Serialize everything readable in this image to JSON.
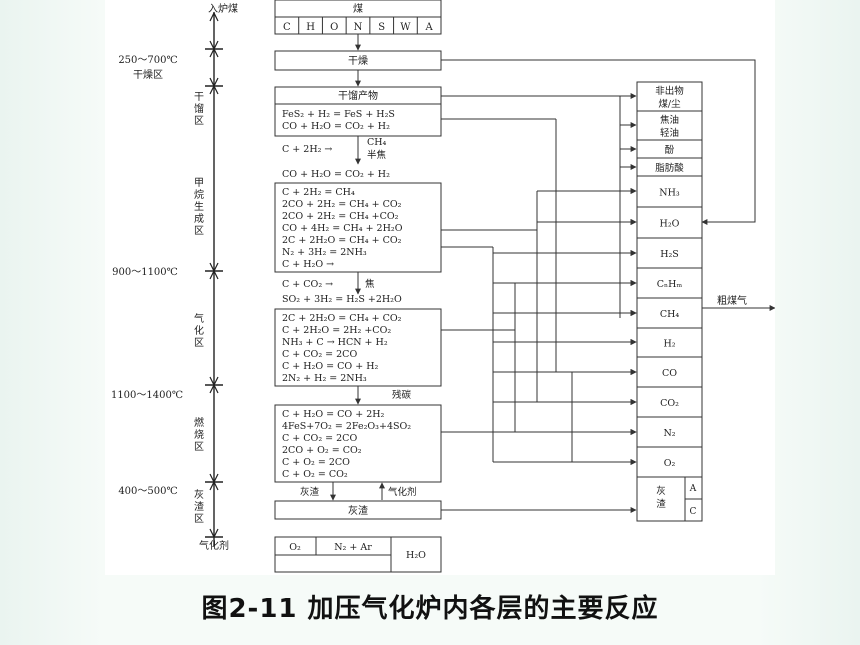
{
  "caption": "图2-11   加压气化炉内各层的主要反应",
  "left_axis": {
    "feed_label": "入炉煤",
    "temp_1": "250～700℃",
    "zone_dry_label": "干燥区",
    "zone_dist_label": "干馏区",
    "zone_methane_label": "甲烷生成区",
    "temp_2": "900～1100℃",
    "zone_gasify_label": "气化区",
    "temp_3": "1100～1400℃",
    "zone_burn_label": "燃烧区",
    "temp_4": "400～500℃",
    "zone_ash_label": "灰渣区",
    "gasifier_label": "气化剂"
  },
  "coal_box": {
    "title": "煤",
    "elements": [
      "C",
      "H",
      "O",
      "N",
      "S",
      "W",
      "A"
    ]
  },
  "dry_box": "干燥",
  "distill_box": {
    "title": "干馏产物",
    "reactions": [
      "FeS₂ + H₂ = FeS + H₂S",
      "CO + H₂O = CO₂ + H₂"
    ]
  },
  "between_1": {
    "left": "C + 2H₂ →",
    "top": "CH₄",
    "bottom": "半焦",
    "below": "CO + H₂O = CO₂ + H₂"
  },
  "methane_box": {
    "reactions": [
      "C + 2H₂ = CH₄",
      "2CO + 2H₂ = CH₄ + CO₂",
      "2CO + 2H₂ = CH₄ +CO₂",
      "CO + 4H₂ = CH₄ + 2H₂O",
      "2C + 2H₂O = CH₄ + CO₂",
      "N₂ + 3H₂ = 2NH₃",
      "C + H₂O →"
    ]
  },
  "between_2": {
    "left": "C + CO₂ →",
    "right": "焦",
    "below": "SO₂ + 3H₂ = H₂S +2H₂O"
  },
  "gasify_box": {
    "reactions": [
      "2C + 2H₂O = CH₄ + CO₂",
      "C + 2H₂O = 2H₂ +CO₂",
      "NH₃ + C →  HCN + H₂",
      "C + CO₂ = 2CO",
      "C + H₂O = CO + H₂",
      "2N₂ + H₂ = 2NH₃"
    ]
  },
  "residue_label": "残碳",
  "burn_box": {
    "reactions": [
      "C + H₂O = CO + 2H₂",
      "4FeS+7O₂ = 2Fe₂O₃+4SO₂",
      "C + CO₂ = 2CO",
      "2CO + O₂ = CO₂",
      "C + O₂ = 2CO",
      "C + O₂ = CO₂"
    ]
  },
  "ash_down_label": "灰渣",
  "agent_up_label": "气化剂",
  "ash_box": "灰渣",
  "agent_box": {
    "cells": [
      "O₂",
      "N₂ + Ar",
      "H₂O"
    ]
  },
  "products": {
    "items": [
      "非出物\n煤/尘",
      "焦油\n轻油",
      "酚",
      "脂肪酸",
      "NH₃",
      "H₂O",
      "H₂S",
      "CₙHₘ",
      "CH₄",
      "H₂",
      "CO",
      "CO₂",
      "N₂",
      "O₂"
    ],
    "ash_cell": {
      "label": "灰\n渣",
      "top": "A",
      "bottom": "C"
    }
  },
  "output_label": "粗煤气"
}
